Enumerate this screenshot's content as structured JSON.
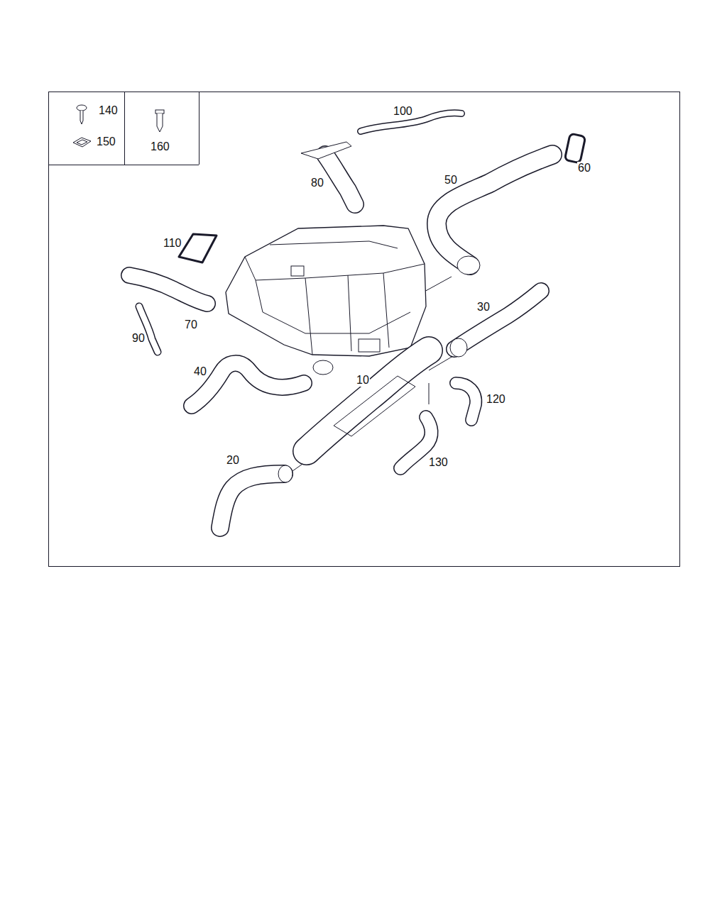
{
  "diagram": {
    "labels": [
      "140",
      "150",
      "160",
      "100",
      "60",
      "80",
      "50",
      "110",
      "70",
      "30",
      "90",
      "40",
      "10",
      "120",
      "130",
      "20"
    ]
  }
}
